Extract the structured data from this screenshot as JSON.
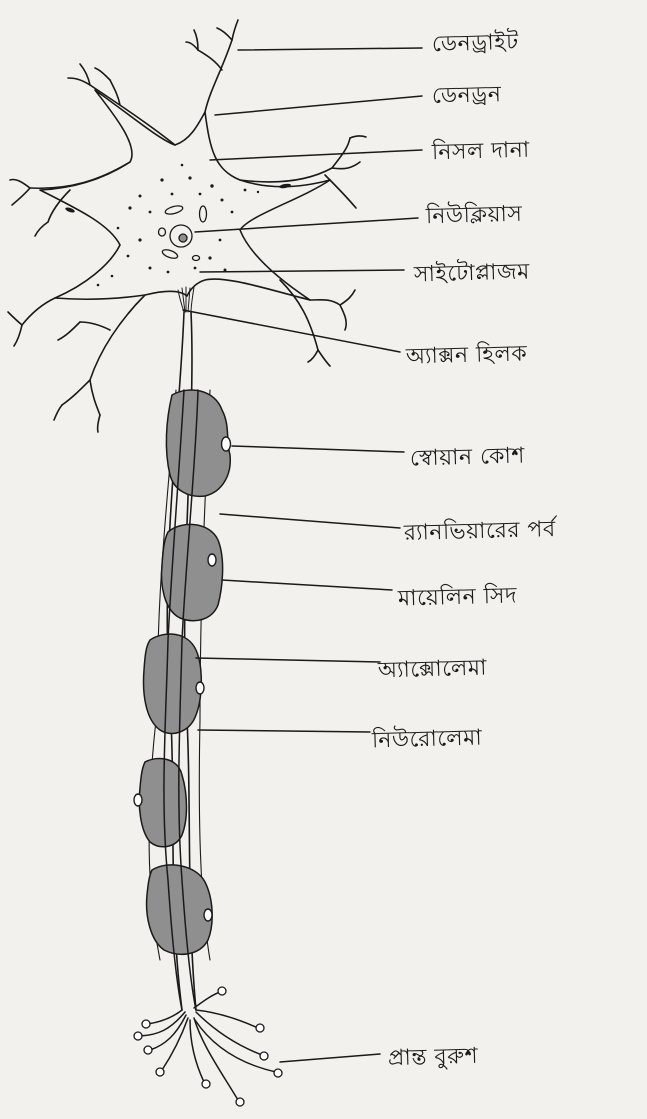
{
  "labels": {
    "dendrite": "ডেনড্রাইট",
    "dendron": "ডেনড্রন",
    "nissl_granules": "নিসল দানা",
    "nucleus": "নিউক্লিয়াস",
    "cytoplasm": "সাইটোপ্লাজম",
    "axon_hillock": "অ্যাক্সন হিলক",
    "schwann_cell": "স্বোয়ান কোশ",
    "node_of_ranvier": "র‍্যানভিয়ারের পর্ব",
    "myelin_sheath": "মায়েলিন সিদ",
    "axolemma": "অ্যাক্সোলেমা",
    "neurolemma": "নিউরোলেমা",
    "terminal_arborization": "প্রান্ত বুরুশ"
  },
  "colors": {
    "ink": "#1a1a1a",
    "schwann_fill": "#8f8f8f",
    "paper": "#f3f1ee"
  }
}
